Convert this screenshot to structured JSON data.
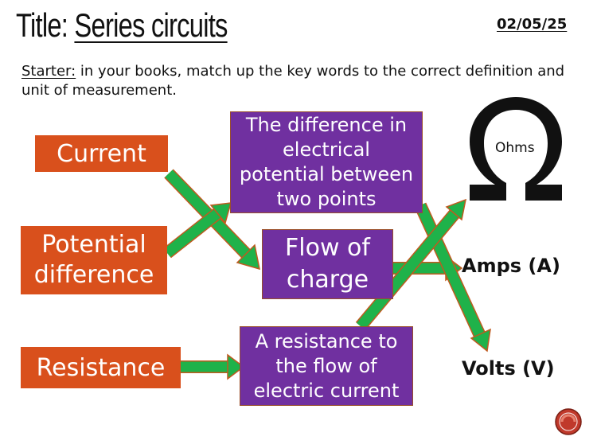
{
  "header": {
    "title_prefix": "Title:",
    "title_main": "Series circuits",
    "date": "02/05/25"
  },
  "starter": {
    "label": "Starter:",
    "text": " in your books, match up the key words to the correct definition and unit of measurement."
  },
  "key_words": {
    "current": "Current",
    "potential_difference_line1": "Potential",
    "potential_difference_line2": "difference",
    "resistance": "Resistance"
  },
  "definitions": {
    "difference_line1": "The difference in",
    "difference_line2": "electrical",
    "difference_line3": "potential between",
    "difference_line4": "two points",
    "flow_line1": "Flow of",
    "flow_line2": "charge",
    "resistance_line1": "A resistance to",
    "resistance_line2": "the flow of",
    "resistance_line3": "electric current"
  },
  "units": {
    "ohms": "Ohms",
    "amps": "Amps (A)",
    "volts": "Volts (V)"
  },
  "colors": {
    "orange": "#d9501c",
    "purple": "#7030a0",
    "arrow_green": "#1fb24a",
    "arrow_outline": "#c05a1f"
  },
  "icons": {
    "omega": "omega-icon",
    "corner": "circle-button-icon"
  }
}
